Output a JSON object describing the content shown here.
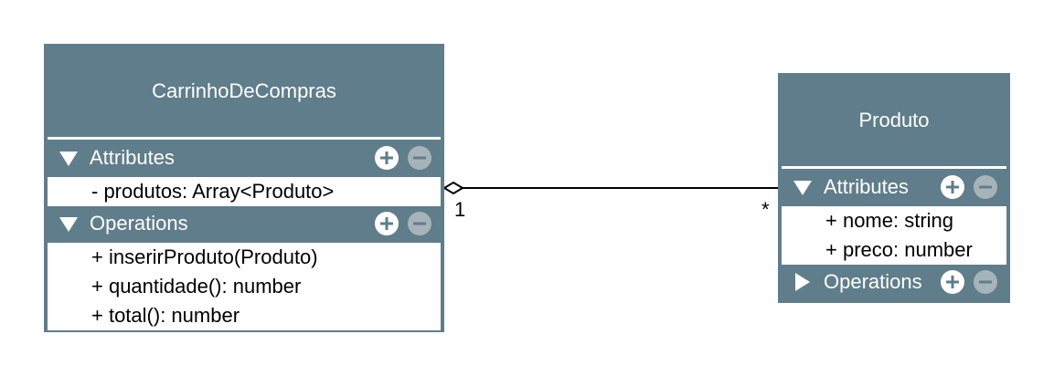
{
  "classes": {
    "carrinho": {
      "name": "CarrinhoDeCompras",
      "attributes_label": "Attributes",
      "operations_label": "Operations",
      "attributes": [
        "- produtos: Array<Produto>"
      ],
      "operations": [
        "+ inserirProduto(Produto)",
        "+ quantidade(): number",
        "+ total(): number"
      ]
    },
    "produto": {
      "name": "Produto",
      "attributes_label": "Attributes",
      "operations_label": "Operations",
      "attributes": [
        "+ nome: string",
        "+ preco: number"
      ],
      "operations": []
    }
  },
  "association": {
    "kind": "aggregation",
    "source_multiplicity": "1",
    "target_multiplicity": "*"
  },
  "colors": {
    "class_fill": "#607d8b",
    "text_light": "#ffffff",
    "minus_button": "#a6b4ba"
  },
  "icons": {
    "expanded": "triangle-down-icon",
    "collapsed": "triangle-right-icon",
    "add": "plus-circle-icon",
    "remove": "minus-circle-icon"
  }
}
